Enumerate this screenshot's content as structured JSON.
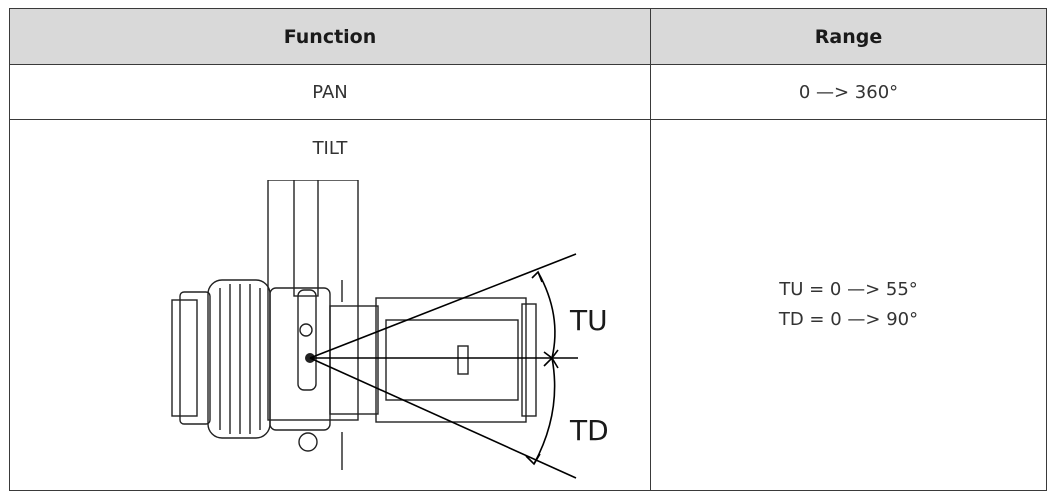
{
  "table": {
    "headers": {
      "function": "Function",
      "range": "Range"
    },
    "rows": [
      {
        "function": "PAN",
        "range": [
          "0 —> 360°"
        ]
      },
      {
        "function": "TILT",
        "range": [
          "TU = 0 —> 55°",
          "TD = 0 —> 90°"
        ]
      }
    ]
  },
  "diagram": {
    "label_up": "TU",
    "label_down": "TD"
  },
  "colors": {
    "header_bg": "#d9d9d9",
    "border": "#3a3a3a",
    "text": "#333333"
  }
}
